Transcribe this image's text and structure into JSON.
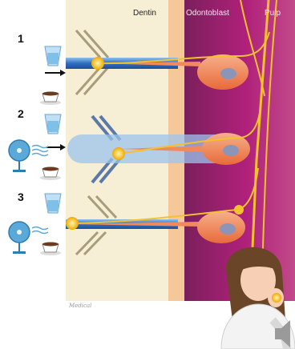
{
  "labels": {
    "dentin": "Dentin",
    "odontoblast": "Odontoblast",
    "pulp": "Pulp"
  },
  "steps": [
    {
      "number": "1",
      "stimuli": [
        "cold-water-icon",
        "hot-coffee-icon"
      ]
    },
    {
      "number": "2",
      "stimuli": [
        "cold-water-icon",
        "fan-icon",
        "hot-coffee-icon"
      ]
    },
    {
      "number": "3",
      "stimuli": [
        "cold-water-icon",
        "fan-icon",
        "hot-coffee-icon"
      ]
    }
  ],
  "signature": "Medical",
  "colors": {
    "dentin": "#f5ecd0",
    "pulp": "#b21f7a",
    "tubule": "#3a78c8",
    "nerve": "#f2c12e",
    "odontoblast": "#f08a5d"
  }
}
